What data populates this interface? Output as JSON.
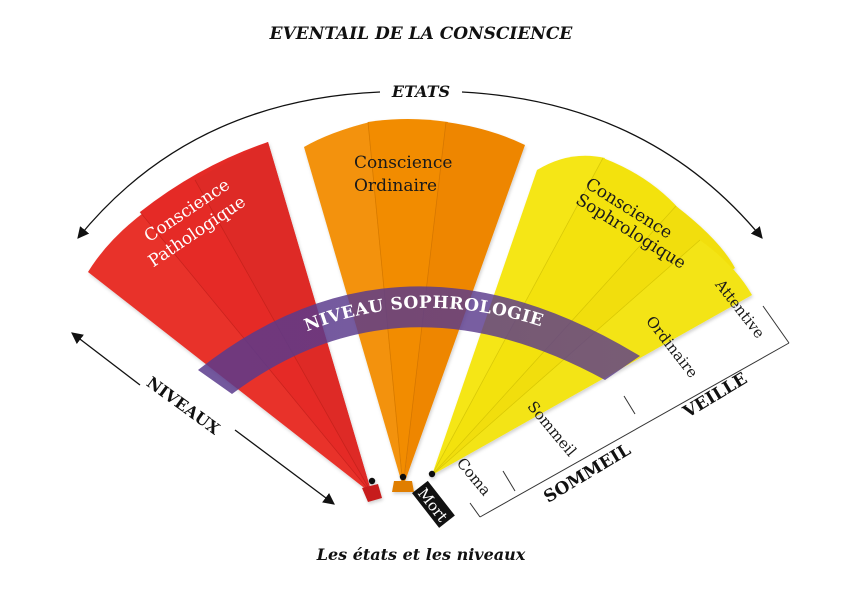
{
  "title": "EVENTAIL DE LA CONSCIENCE",
  "caption": "Les états et les niveaux",
  "arcs": {
    "etats": "ETATS",
    "niveaux": "NIVEAUX"
  },
  "fans": {
    "pathologique": {
      "line1": "Conscience",
      "line2": "Pathologique",
      "color": "#e8312c"
    },
    "ordinaire": {
      "line1": "Conscience",
      "line2": "Ordinaire",
      "color": "#f39208"
    },
    "sophrologique": {
      "line1": "Conscience",
      "line2": "Sophrologique",
      "color": "#f5e614"
    }
  },
  "band": {
    "label": "NIVEAU   SOPHROLOGIE",
    "color": "#5a3a8c"
  },
  "levels": {
    "attentive": "Attentive",
    "ordinaire": "Ordinaire",
    "sommeil": "Sommeil",
    "coma": "Coma",
    "mort": "Mort"
  },
  "groups": {
    "veille": "VEILLE",
    "sommeil": "SOMMEIL"
  }
}
